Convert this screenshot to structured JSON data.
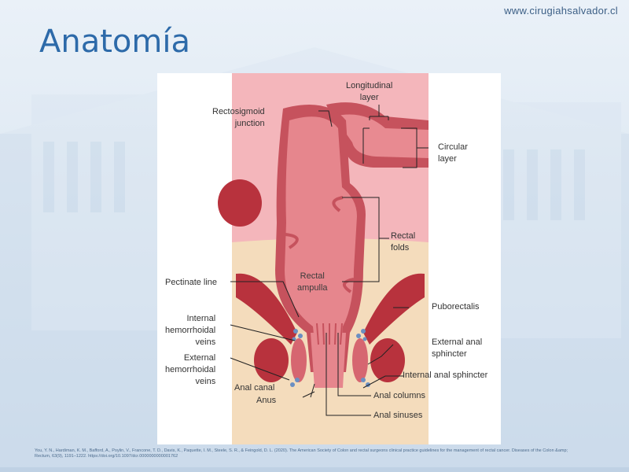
{
  "header": {
    "site_url": "www.cirugiahsalvador.cl",
    "title": "Anatomía"
  },
  "figure": {
    "labels": {
      "longitudinal_layer": "Longitudinal\nlayer",
      "rectosigmoid_junction": "Rectosigmoid\njunction",
      "circular_layer": "Circular\nlayer",
      "rectal_folds": "Rectal\nfolds",
      "rectal_ampulla": "Rectal\nampulla",
      "pectinate_line": "Pectinate line",
      "puborectalis": "Puborectalis",
      "internal_hemorrhoidal_veins": "Internal\nhemorrhoidal\nveins",
      "external_hemorrhoidal_veins": "External\nhemorrhoidal\nveins",
      "external_anal_sphincter": "External anal\nsphincter",
      "internal_anal_sphincter": "Internal anal sphincter",
      "anal_canal": "Anal canal",
      "anus": "Anus",
      "anal_columns": "Anal columns",
      "anal_sinuses": "Anal sinuses"
    }
  },
  "citation": "You, Y. N., Hardiman, K. M., Bafford, A., Poylin, V., Francone, T. D., Davis, K., Paquette, I. M., Steele, S. R., & Feingold, D. L. (2020). The American Society of Colon and rectal surgeons clinical practice guidelines for the management of rectal cancer. Diseases of the Colon &amp; Rectum, 63(9), 1191–1222. https://doi.org/10.1097/dcr.0000000000001762",
  "colors": {
    "title": "#2d6aa9",
    "rectum_wall": "#c9505c",
    "rectum_lumen": "#e7858c",
    "muscle": "#b8323d",
    "fat": "#f3d9b8",
    "background_tissue": "#ef9aa2"
  }
}
